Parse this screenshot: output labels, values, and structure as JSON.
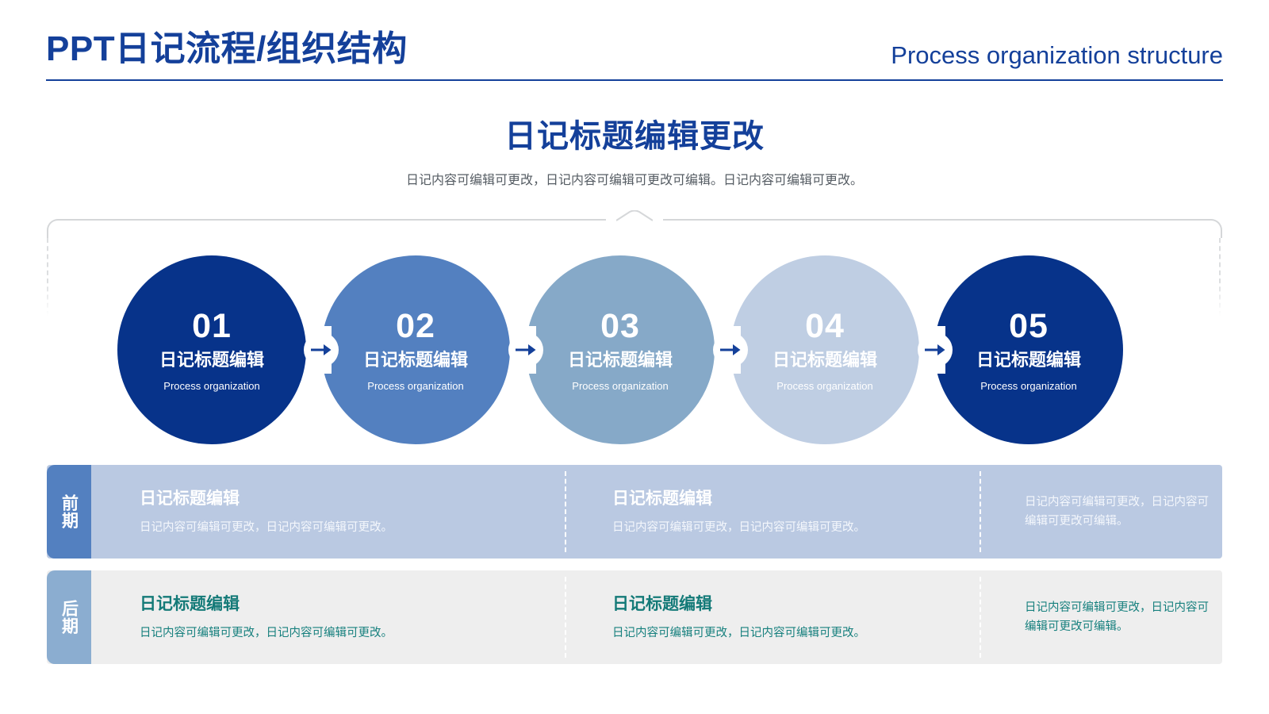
{
  "header": {
    "title": "PPT日记流程/组织结构",
    "subtitle": "Process organization structure",
    "accent_color": "#14409a"
  },
  "main": {
    "heading": "日记标题编辑更改",
    "subheading": "日记内容可编辑可更改，日记内容可编辑可更改可编辑。日记内容可编辑可更改。"
  },
  "steps": [
    {
      "number": "01",
      "title": "日记标题编辑",
      "subtitle": "Process organization",
      "color": "#07338a"
    },
    {
      "number": "02",
      "title": "日记标题编辑",
      "subtitle": "Process organization",
      "color": "#5380c0"
    },
    {
      "number": "03",
      "title": "日记标题编辑",
      "subtitle": "Process organization",
      "color": "#86a9c8"
    },
    {
      "number": "04",
      "title": "日记标题编辑",
      "subtitle": "Process organization",
      "color": "#bfcee3"
    },
    {
      "number": "05",
      "title": "日记标题编辑",
      "subtitle": "Process organization",
      "color": "#07338a"
    }
  ],
  "connectors": [
    {
      "icon": "arrow-right-icon"
    },
    {
      "icon": "arrow-right-icon"
    },
    {
      "icon": "arrow-right-icon"
    },
    {
      "icon": "arrow-right-icon"
    }
  ],
  "bands": [
    {
      "tag": "前期",
      "tag_color": "#5380c0",
      "background": "#bac9e2",
      "columns": [
        {
          "title": "日记标题编辑",
          "body": "日记内容可编辑可更改，日记内容可编辑可更改。"
        },
        {
          "title": "日记标题编辑",
          "body": "日记内容可编辑可更改，日记内容可编辑可更改。"
        },
        {
          "title": "",
          "body": "日记内容可编辑可更改，日记内容可编辑可更改可编辑。"
        }
      ]
    },
    {
      "tag": "后期",
      "tag_color": "#8badd0",
      "background": "#eeeeee",
      "text_color": "#147a78",
      "columns": [
        {
          "title": "日记标题编辑",
          "body": "日记内容可编辑可更改，日记内容可编辑可更改。"
        },
        {
          "title": "日记标题编辑",
          "body": "日记内容可编辑可更改，日记内容可编辑可更改。"
        },
        {
          "title": "",
          "body": "日记内容可编辑可更改，日记内容可编辑可更改可编辑。"
        }
      ]
    }
  ]
}
